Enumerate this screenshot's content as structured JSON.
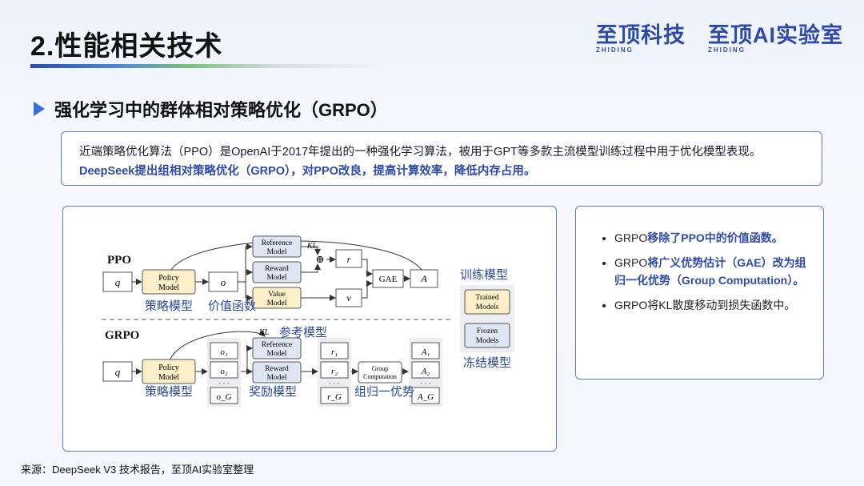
{
  "header": {
    "title": "2.性能相关技术",
    "logo1": {
      "cn": "至顶科技",
      "en": "ZHIDING"
    },
    "logo2": {
      "cn": "至顶AI实验室",
      "en": "ZHIDING"
    }
  },
  "section": {
    "title": "强化学习中的群体相对策略优化（GRPO）"
  },
  "intro": {
    "line1": "近端策略优化算法（PPO）是OpenAI于2017年提出的一种强化学习算法，被用于GPT等多款主流模型训练过程中用于优化模型表现。",
    "line2": "DeepSeek提出组相对策略优化（GRPO），对PPO改良，提高计算效率，降低内存占用。"
  },
  "diagram": {
    "ppo": {
      "label": "PPO",
      "q": "q",
      "policy": [
        "Policy",
        "Model"
      ],
      "o": "o",
      "reference": [
        "Reference",
        "Model"
      ],
      "reward": [
        "Reward",
        "Model"
      ],
      "value": [
        "Value",
        "Model"
      ],
      "kl": "KL",
      "oplus": "⊕",
      "r": "r",
      "v": "v",
      "gae": "GAE",
      "a": "A",
      "cn_policy": "策略模型",
      "cn_value": "价值函数"
    },
    "grpo": {
      "label": "GRPO",
      "q": "q",
      "policy": [
        "Policy",
        "Model"
      ],
      "o1": "o₁",
      "o2": "o₂",
      "oG": "o_G",
      "dots": "· · ·",
      "reference": [
        "Reference",
        "Model"
      ],
      "reward": [
        "Reward",
        "Model"
      ],
      "kl": "KL",
      "r1": "r₁",
      "r2": "r₂",
      "rG": "r_G",
      "group": [
        "Group",
        "Computation"
      ],
      "a1": "A₁",
      "a2": "A₂",
      "aG": "A_G",
      "cn_ref": "参考模型",
      "cn_policy": "策略模型",
      "cn_reward": "奖励模型",
      "cn_group": "组归一优势"
    },
    "legend": {
      "trained_title": "训练模型",
      "trained": [
        "Trained",
        "Models"
      ],
      "frozen": [
        "Frozen",
        "Models"
      ],
      "frozen_title": "冻结模型"
    }
  },
  "bullets": [
    {
      "pre": "GRPO",
      "hl": "移除了PPO中的价值函数。",
      "post": ""
    },
    {
      "pre": "GRPO",
      "hl": "将广义优势估计（GAE）改为组归一化优势（Group Computation）。",
      "post": ""
    },
    {
      "pre": "GRPO将KL散度移动到损失函数中。",
      "hl": "",
      "post": ""
    }
  ],
  "source": "来源：DeepSeek V3 技术报告，至顶AI实验室整理",
  "colors": {
    "accent": "#2d4aa8",
    "trained_fill": "#fdefc8",
    "frozen_fill": "#dfe6f3",
    "box_border": "#5a7bd0"
  }
}
